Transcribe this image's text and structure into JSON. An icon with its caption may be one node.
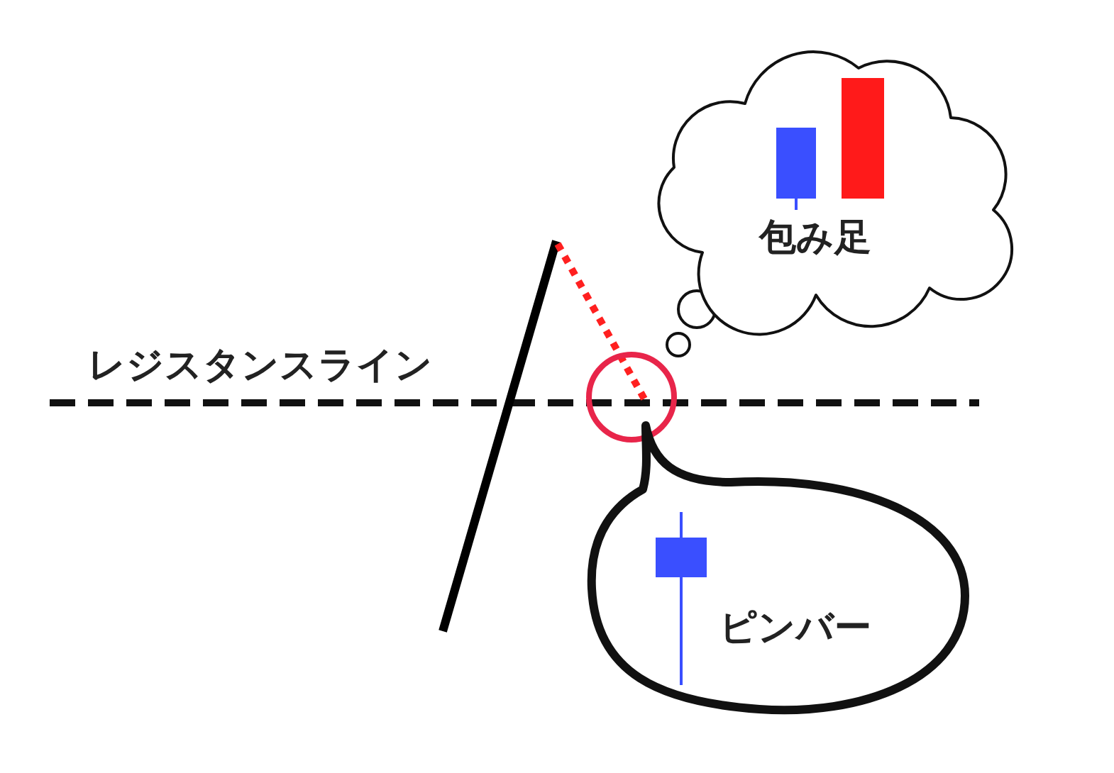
{
  "diagram": {
    "nodes": [
      {
        "text": [
          "包み足"
        ]
      },
      {
        "text": [
          "ピンバー"
        ]
      }
    ],
    "labels": [
      "レジスタンスライン"
    ]
  }
}
